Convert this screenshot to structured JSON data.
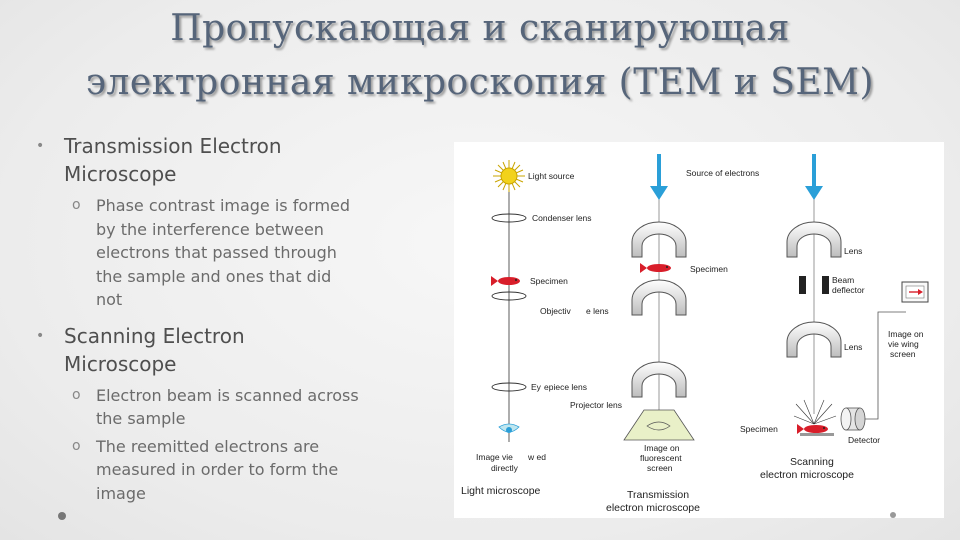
{
  "title": {
    "line1": "Пропускающая и сканирующая",
    "line2": "электронная микроскопия (TEM и SEM)"
  },
  "bullets": [
    {
      "text": "Transmission Electron Microscope",
      "lines": [
        "Transmission Electron",
        "Microscope"
      ],
      "sub": [
        {
          "lines": [
            "Phase contrast image is formed",
            "by the interference between",
            "electrons that passed through",
            "the sample and ones that did",
            "not"
          ]
        }
      ]
    },
    {
      "text": "Scanning Electron Microscope",
      "lines": [
        "Scanning Electron",
        "Microscope"
      ],
      "sub": [
        {
          "lines": [
            "Electron beam is scanned across",
            "the sample"
          ]
        },
        {
          "lines": [
            "The reemitted electrons are",
            "measured in order to form the",
            "image"
          ]
        }
      ]
    }
  ],
  "bullet_glyph": "•",
  "sub_glyph": "o",
  "diagram": {
    "labels": {
      "light_source": "Light source",
      "source_of_electrons": "Source of electrons",
      "condenser_lens": "Condenser lens",
      "specimen_light": "Specimen",
      "objective_lens_a": "Objectiv",
      "objective_lens_b": "e lens",
      "eyepiece_lens_a": "Ey",
      "eyepiece_lens_b": "epiece lens",
      "image_viewed_1a": "Image vie",
      "image_viewed_1b": "w  ed",
      "image_viewed_2": "directly",
      "specimen_tem": "Specimen",
      "projector_lens": "Projector lens",
      "image_fluorescent_1": "Image on",
      "image_fluorescent_2": "fluorescent",
      "image_fluorescent_3": "screen",
      "lens_sem_top": "Lens",
      "beam_deflector_1": "Beam",
      "beam_deflector_2": "deflector",
      "lens_sem_bottom": "Lens",
      "image_viewing_1": "Image on",
      "image_viewing_2": "vie  wing",
      "image_viewing_3": "screen",
      "specimen_sem": "Specimen",
      "detector": "Detector"
    },
    "captions": {
      "light_microscope": "Light microscope",
      "tem_1": "Transmission",
      "tem_2": "electron microscope",
      "sem_1": "Scanning",
      "sem_2": "electron microscope"
    },
    "colors": {
      "arrow_blue": "#2a9fd8",
      "specimen_red": "#d81e2a",
      "sun_yellow": "#f2d21b",
      "screen_green": "#e9f0c8",
      "lens_gray": "#555555"
    }
  }
}
